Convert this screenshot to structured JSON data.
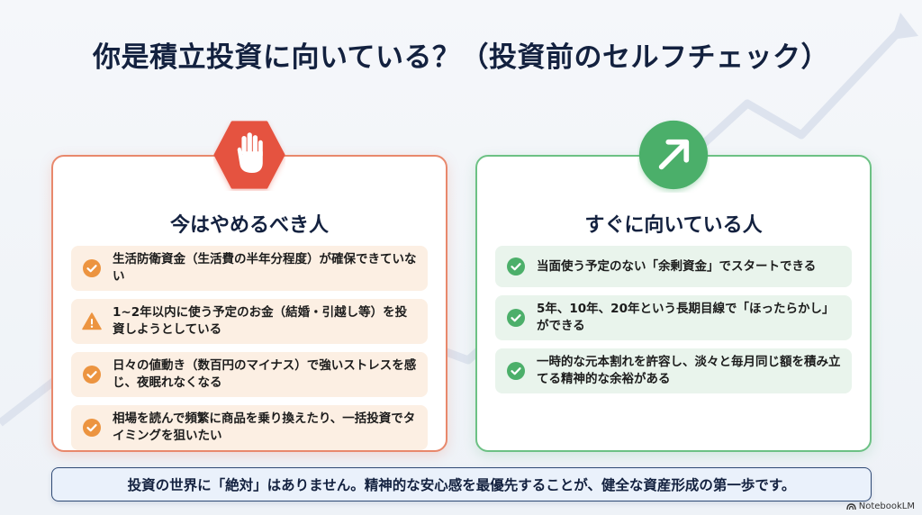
{
  "title": "你是積立投資に向いている？（投資前のセルフチェック）",
  "cards": {
    "stop": {
      "icon": "stop-hand-icon",
      "accent": "#e5533f",
      "border": "#e8886c",
      "title": "今はやめるべき人",
      "items": [
        {
          "icon": "check-circle-icon",
          "text": "生活防衛資金（生活費の半年分程度）が確保できていない"
        },
        {
          "icon": "warning-icon",
          "text": "1~2年以内に使う予定のお金（結婚・引越し等）を投資しようとしている"
        },
        {
          "icon": "check-circle-icon",
          "text": "日々の値動き（数百円のマイナス）で強いストレスを感じ、夜眠れなくなる"
        },
        {
          "icon": "check-circle-icon",
          "text": "相場を読んで頻繁に商品を乗り換えたり、一括投資でタイミングを狙いたい"
        }
      ]
    },
    "go": {
      "icon": "arrow-up-right-icon",
      "accent": "#4caf6a",
      "border": "#6cc184",
      "title": "すぐに向いている人",
      "items": [
        {
          "icon": "check-circle-icon",
          "text": "当面使う予定のない「余剰資金」でスタートできる"
        },
        {
          "icon": "check-circle-icon",
          "text": "5年、10年、20年という長期目線で「ほったらかし」ができる"
        },
        {
          "icon": "check-circle-icon",
          "text": "一時的な元本割れを許容し、淡々と毎月同じ額を積み立てる精神的な余裕がある"
        }
      ]
    }
  },
  "banner": "投資の世界に「絶対」はありません。精神的な安心感を最優先することが、健全な資産形成の第一歩です。",
  "brand": "NotebookLM",
  "colors": {
    "orange_icon": "#ec9440",
    "green_icon": "#4caf6a",
    "title_text": "#13213f"
  }
}
